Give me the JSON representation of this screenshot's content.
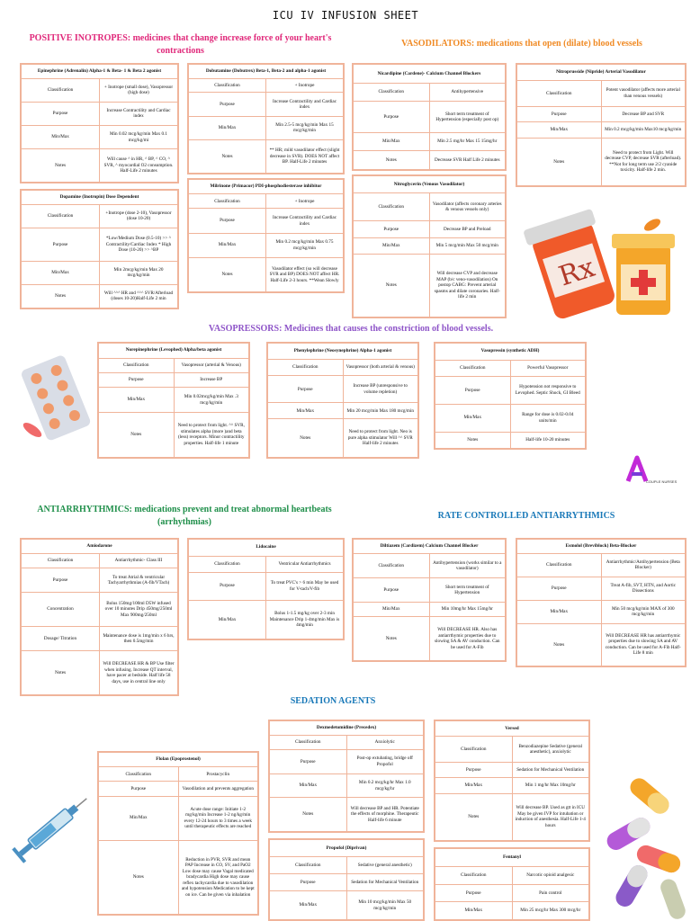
{
  "page": {
    "title": "ICU IV INFUSION SHEET",
    "logo_text": "COUPLE NURSES"
  },
  "sections": {
    "inotropes": "POSITIVE INOTROPES: medicines that change increase force of your heart's contractions",
    "vasodilators": "VASODILATORS: medications that open (dilate) blood vessels",
    "vasopressors": "VASOPRESSORS: Medicines that causes the constriction of blood vessels.",
    "antiarrhythmics": "ANTIARRHYTHMICS: medications prevent and treat abnormal heartbeats (arrhythmias)",
    "rate_controlled": "RATE CONTROLLED ANTIARRYTHMICS",
    "sedation": "SEDATION AGENTS"
  },
  "colors": {
    "pink": "#e0287a",
    "orange": "#f08a24",
    "purple": "#8e54c8",
    "green": "#1f8f4a",
    "blue": "#1878b8",
    "border": "#f0b49a"
  },
  "icons": [
    "pill-bottle-icon",
    "pill-blister-icon",
    "syringe-icon",
    "capsules-icon",
    "couple-nurses-logo-icon"
  ],
  "cards": {
    "epinephrine": {
      "name": "Epinephrine (Adrenalin) Alpha-1 & Beta- 1 & Beta 2 agonist",
      "rows": [
        {
          "label": "Classification",
          "value": "+ Inotrope (small dose), Vasopressor (high dose)"
        },
        {
          "label": "Purpose",
          "value": "Increase Contractility and Cardiac index"
        },
        {
          "label": "Min/Max",
          "value": "Min 0.02 mcg/kg/min Max 0.1 mcg/kg/mi"
        },
        {
          "label": "Notes",
          "value": "Will cause ^ in HR, ^ BP, ^ CO, ^ SVR, ^ myocardial O2 consumption. Half-Life 2 minutes"
        }
      ]
    },
    "dopamine": {
      "name": "Dopamine (Inotropin) Dose Dependent",
      "rows": [
        {
          "label": "Classification",
          "value": "+Inotrope (dose 2-10), Vasopressor (dose 10-20)"
        },
        {
          "label": "Purpose",
          "value": "*Low/Medium Dose (0.5-10) >> ^ Contractility/Cardiac Index * High Dose (10-20) >> ^BP"
        },
        {
          "label": "Min/Max",
          "value": "Min 2mcg/kg/min Max 20 mcg/kg/min"
        },
        {
          "label": "Notes",
          "value": "Will ^^^ HR and ^^^ SVR/Afterload (doses 10-20)Half-Life 2 min"
        }
      ]
    },
    "dobutamine": {
      "name": "Dobutamine (Dobutrex) Beta-1, Beta-2 and alpha-1 agonist",
      "rows": [
        {
          "label": "Classification",
          "value": "+ Inotrope"
        },
        {
          "label": "Purpose",
          "value": "Increase Contractility and Cardiac index"
        },
        {
          "label": "Min/Max",
          "value": "Min 2.5-5 mcg/kg/min Max 15 mcg/kg/min"
        },
        {
          "label": "Notes",
          "value": "** HR; mild vasodilator effect (slight decrease in SVR). DOES NOT affect BP. Half-Life 2 minutes"
        }
      ]
    },
    "milrinone": {
      "name": "Milrinone (Primacor) PDI-phosphodiesterase inhibitor",
      "rows": [
        {
          "label": "Classification",
          "value": "+ Inotrope"
        },
        {
          "label": "Purpose",
          "value": "Increase Contractility and Cardiac index"
        },
        {
          "label": "Min/Max",
          "value": "Min 0.2 mcg/kg/min Max 0.75 mcg/kg/min"
        },
        {
          "label": "Notes",
          "value": "Vasodilator effect (so will decrease SVR and BP) DOES NOT affect HR. Half-Life 2-3 hours. **Wean Slowly"
        }
      ]
    },
    "nicardipine": {
      "name": "Nicardipine (Cardene)- Calcium Channel Blockers",
      "rows": [
        {
          "label": "Classification",
          "value": "Antihypertensive"
        },
        {
          "label": "Purpose",
          "value": "Short term treatment of Hypertension (especially post op)"
        },
        {
          "label": "Min/Max",
          "value": "Min 2.5 mg/hr Max 15 15mg/hr"
        },
        {
          "label": "Notes",
          "value": "Decrease SVR Half Life 2 minutes"
        }
      ]
    },
    "nitroglycerin": {
      "name": "Nitroglycerin (Venous Vasodilator)",
      "rows": [
        {
          "label": "Classification",
          "value": "Vasodilator (affects coronary arteries & venous vessels only)"
        },
        {
          "label": "Purpose",
          "value": "Decrease BP and Preload"
        },
        {
          "label": "Min/Max",
          "value": "Min 5 mcg/min Max 50 mcg/min"
        },
        {
          "label": "Notes",
          "value": "Will decrease CVP and decrease MAP (b/c veno-vasodilation) On postop CABG: Prevent arterial spasms and dilate coronaries. Half-life 2 min"
        }
      ]
    },
    "nitroprusside": {
      "name": "Nitroprusside (Nipride) Arterial Vasodilator",
      "rows": [
        {
          "label": "Classification",
          "value": "Potent vasodilator (affects more arterial than venous vessels)"
        },
        {
          "label": "Purpose",
          "value": "Decrease BP and SVR"
        },
        {
          "label": "Min/Max",
          "value": "Min 0.2 mcg/kg/min Max10 mcg/kg/min"
        },
        {
          "label": "Notes",
          "value": "Need to protect from Light. Will decrease CVP, decrease SVR (afterload). **Not for long term use 2/2 cyanide toxicity. Half-life 2 min."
        }
      ]
    },
    "norepinephrine": {
      "name": "Norepinephrine (Levophed) Alpha/beta agonist",
      "rows": [
        {
          "label": "Classification",
          "value": "Vasopressor (arterial & Venous)"
        },
        {
          "label": "Purpose",
          "value": "Increase BP"
        },
        {
          "label": "Min/Max",
          "value": "Min 0.02mcg/kg/min Max .3 mcg/kg/min"
        },
        {
          "label": "Notes",
          "value": "Need to protect from light. ^^ SVR, stimulates alpha (more )and beta (less) receptors. Minor contractility properties. Half-life 1 minute"
        }
      ]
    },
    "phenylephrine": {
      "name": "Phenylephrine (Neosynephrine) Alpha-1 agonist",
      "rows": [
        {
          "label": "Classification",
          "value": "Vasopressor (both arterial & venous)"
        },
        {
          "label": "Purpose",
          "value": "Increase BP (unresponsive to volume repletion)"
        },
        {
          "label": "Min/Max",
          "value": "Min 20 mcg/min Max 180 mcg/min"
        },
        {
          "label": "Notes",
          "value": "Need to protect from light. Neo is pure alpha stimulator Will ^^ SVR     Half-life 2 minutes"
        }
      ]
    },
    "vasopressin": {
      "name": "Vasopressin (synthetic ADH)",
      "rows": [
        {
          "label": "Classification",
          "value": "Powerful Vasopressor"
        },
        {
          "label": "Purpose",
          "value": "Hypotension not responsive to Levophed. Septic Shock, GI Bleed"
        },
        {
          "label": "Min/Max",
          "value": "Range for dose is 0.02-0.04 units/min"
        },
        {
          "label": "Notes",
          "value": "Half-life 10-20 minutes"
        }
      ]
    },
    "amiodarone": {
      "name": "Amiodarone",
      "rows": [
        {
          "label": "Classification",
          "value": "Antiarrhythmic- Class III"
        },
        {
          "label": "Purpose",
          "value": "To treat Atrial & ventricular Tachyarrhythmias (A-fib/VTach)"
        },
        {
          "label": "Concentration",
          "value": "Bolus 150mg/100ml D5W infused over 10 minutes Drip 450mg/250ml Max 900mg/250ml"
        },
        {
          "label": "Dosage/ Titration",
          "value": "Maintenance dose is 1mg/min x 6 hrs, then 0.5mg/min"
        },
        {
          "label": "Notes",
          "value": "Will DECREASE HR & BP Use filter when infusing. Increase QT interval, have pacer at bedside. Half life 58 days, use in central line only"
        }
      ]
    },
    "lidocaine": {
      "name": "Lidocaine",
      "rows": [
        {
          "label": "Classification",
          "value": "Ventricular Antiarrhythmics"
        },
        {
          "label": "Purpose",
          "value": "To treat PVC's > 6 min May be used for V-tach/V-fib"
        },
        {
          "label": "Min/Max",
          "value": "Bolus 1-1.5 mg/kg  over 2-3 min Maintenance Drip 1-4mg/min Max is 4mg/min"
        }
      ]
    },
    "diltiazem": {
      "name": "Diltiazem (Cardizem) Calcium Channel Blocker",
      "rows": [
        {
          "label": "Classification",
          "value": "Antihypertension (works similar to a vasodilator)"
        },
        {
          "label": "Purpose",
          "value": "Short term treatment of Hypertension"
        },
        {
          "label": "Min/Max",
          "value": "Min 10mg/hr Max 15mg/hr"
        },
        {
          "label": "Notes",
          "value": "Will DECREASE HR. Also has antiarrthymic properties due to slowing SA & AV conduction. Can be used for A-Fib"
        }
      ]
    },
    "esmolol": {
      "name": "Esmolol (Breviblock) Beta-Blocker",
      "rows": [
        {
          "label": "Classification",
          "value": "Antiarrhythmic/Antihypertension (Beta Blocker)"
        },
        {
          "label": "Purpose",
          "value": "Treat A-fib, SVT, HTN, and Aortic Dissections"
        },
        {
          "label": "Min/Max",
          "value": "Min 50 mcg/kg/min MAX of 300 mcg/kg/min"
        },
        {
          "label": "Notes",
          "value": "Will DECREASE HR has antiarrthymic properties due to slowing SA and AV conduction. Can be used for A-Fib Half-Life 8 min"
        }
      ]
    },
    "flolan": {
      "name": "Flolan (Epoprostenol)",
      "rows": [
        {
          "label": "Classification",
          "value": "Prostacyclin"
        },
        {
          "label": "Purpose",
          "value": "Vasodilation and prevents aggregation"
        },
        {
          "label": "Min/Max",
          "value": "Acute dose range: Initiate 1-2 mg/kg/min Increase 1-2 ng/kg/min every 12-24 hours to 3 times a week until therapeutic effects are reached"
        },
        {
          "label": "Notes",
          "value": "Reduction in PVR, SVR and mean PAP Increase in CO, SV, and PaO2 Low dose may cause Vagal medicated bradycardia High dose may cause reflex tachycardia due to vasodilation and hypotension Medication to be kept on ice. Can be given via inhalation"
        }
      ]
    },
    "dexmedetomidine": {
      "name": "Dexmedetomidine (Precedex)",
      "rows": [
        {
          "label": "Classification",
          "value": "Anxiolytic"
        },
        {
          "label": "Purpose",
          "value": "Post-op extubating, bridge off Propofol"
        },
        {
          "label": "Min/Max",
          "value": "Min 0.2 mcg/kg/hr Max 1.0 mcg/kg/hr"
        },
        {
          "label": "Notes",
          "value": "Will decrease BP and HR. Potentiate the effects of morphine. Therapeutic Half-life 6 minute"
        }
      ]
    },
    "propofol": {
      "name": "Propofol (Diprivan)",
      "rows": [
        {
          "label": "Classification",
          "value": "Sedative (general anesthetic)"
        },
        {
          "label": "Purpose",
          "value": "Sedation for Mechanical Ventilation"
        },
        {
          "label": "Min/Max",
          "value": "Min 10 mcg/kg/min Max 50 mcg/kg/min"
        }
      ]
    },
    "versed": {
      "name": "Versed",
      "rows": [
        {
          "label": "Classification",
          "value": "Benzodiazepine Sedative (general anesthetic), anxiolytic"
        },
        {
          "label": "Purpose",
          "value": "Sedation for Mechanical Ventilation"
        },
        {
          "label": "Min/Max",
          "value": "Min 1 mg/hr Max 10mg/hr"
        },
        {
          "label": "Notes",
          "value": "Will decrease BP.  Used as gtt in ICU May be given IVP for intubation or induction of anesthesia. Half-Life 1-4 hours"
        }
      ]
    },
    "fentanyl": {
      "name": "Fentanyl",
      "rows": [
        {
          "label": "Classification",
          "value": "Narcotic opioid analgesic"
        },
        {
          "label": "Purpose",
          "value": "Pain control"
        },
        {
          "label": "Min/Max",
          "value": "Min 25 mcg/hr Max 300 mcg/hr"
        }
      ]
    }
  }
}
